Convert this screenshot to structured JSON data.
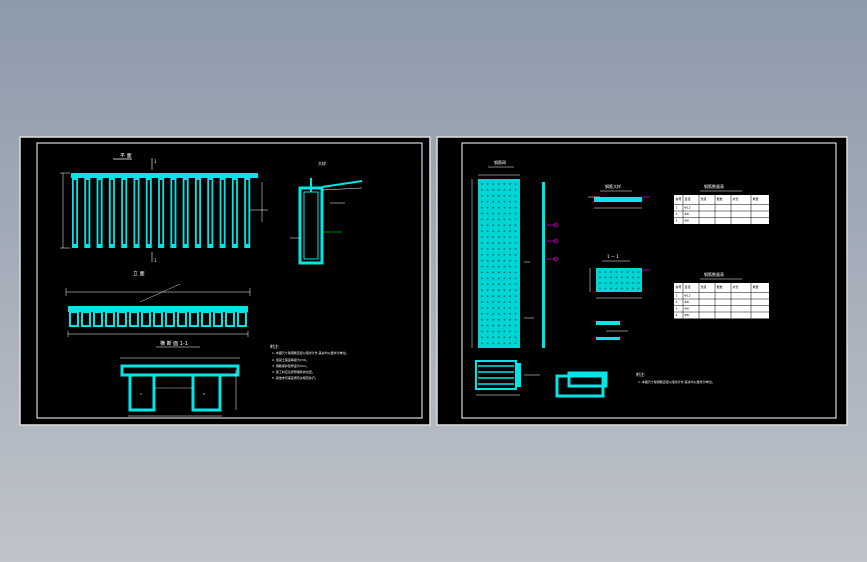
{
  "app": {
    "title": "CAD drawing viewer"
  },
  "sheet_left": {
    "view_top_title": "平 面",
    "section_1_label": "1",
    "section_1_label_b": "1",
    "elevation_title": "立 面",
    "cross_section_title": "横 断 面 1-1",
    "notes_title": "附注:",
    "notes": [
      "1. 本图尺寸除钢筋直径以毫米计外,其余均以厘米为单位。",
      "2. 混凝土强度等级为C30。",
      "3. 钢筋保护层厚度为3cm。",
      "4. 施工时应注意预埋件的位置。",
      "5. 其他未尽事宜按有关规范执行。"
    ],
    "detail_label": "大样"
  },
  "sheet_right": {
    "mesh_title": "钢筋网",
    "detail_a_title": "钢筋大样",
    "detail_b_title": "1 — 1",
    "table_1_title": "钢筋数量表",
    "table_2_title": "钢筋数量表",
    "table_1_headers": [
      "编号",
      "直径",
      "长度",
      "根数",
      "共长",
      "重量"
    ],
    "table_1_rows": [
      [
        "1",
        "Φ12",
        "",
        "",
        "",
        ""
      ],
      [
        "2",
        "Φ8",
        "",
        "",
        "",
        ""
      ],
      [
        "3",
        "Φ8",
        "",
        "",
        "",
        ""
      ]
    ],
    "table_2_headers": [
      "编号",
      "直径",
      "长度",
      "根数",
      "共长",
      "重量"
    ],
    "table_2_rows": [
      [
        "1",
        "Φ12",
        "",
        "",
        "",
        ""
      ],
      [
        "2",
        "Φ8",
        "",
        "",
        "",
        ""
      ],
      [
        "3",
        "Φ8",
        "",
        "",
        "",
        ""
      ],
      [
        "4",
        "Φ8",
        "",
        "",
        "",
        ""
      ]
    ],
    "notes_title": "附注:",
    "notes": [
      "1. 本图尺寸除钢筋直径以毫米计外,其余均以厘米为单位。"
    ]
  },
  "colors": {
    "background_gradient_top": "#8d9aab",
    "sheet_bg": "#000000",
    "frame": "#ffffff",
    "cad_cyan": "#00e5e5",
    "cad_magenta": "#ff00ff",
    "cad_green": "#00ff00",
    "cad_yellow": "#ffff00"
  }
}
